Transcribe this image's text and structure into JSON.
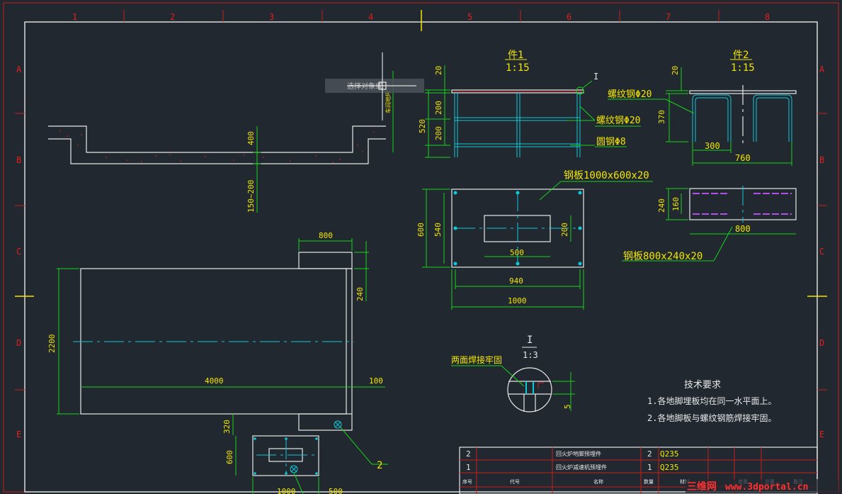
{
  "frame": {
    "col_labels": [
      "1",
      "2",
      "3",
      "4",
      "5",
      "6",
      "7",
      "8"
    ],
    "row_labels": [
      "A",
      "B",
      "C",
      "D",
      "E"
    ]
  },
  "cursor_tooltip": "选择对象或",
  "part1": {
    "title": "件1",
    "scale": "1:15",
    "detail_mark": "I",
    "dims": {
      "d20": "20",
      "d200a": "200",
      "d200b": "200",
      "d520": "520"
    },
    "callouts": [
      "螺纹钢Φ20",
      "圆钢Φ8"
    ]
  },
  "part2": {
    "title": "件2",
    "scale": "1:15",
    "callout": "螺纹钢Φ20",
    "dims": {
      "d20": "20",
      "d370": "370",
      "d300": "300",
      "d760": "760"
    }
  },
  "plate1": {
    "callout": "钢板1000x600x20",
    "dims": {
      "d600": "600",
      "d540": "540",
      "d200": "200",
      "d500": "500",
      "d940": "940",
      "d1000": "1000"
    }
  },
  "plate2": {
    "callout": "钢板800x240x20",
    "dims": {
      "d240": "240",
      "d160": "160",
      "d800": "800"
    }
  },
  "section": {
    "label": "车间地坪",
    "dims": {
      "d400": "400",
      "d150_200": "150~200"
    }
  },
  "plan": {
    "dims": {
      "d800": "800",
      "d240": "240",
      "d2200": "2200",
      "d4000": "4000",
      "d100": "100",
      "d320": "320",
      "d600": "600",
      "d1000": "1000",
      "d500": "500"
    },
    "balloon": "2"
  },
  "detail": {
    "mark": "I",
    "scale": "1:3",
    "weld_note": "两面焊接牢固",
    "dim5": "5"
  },
  "tech": {
    "title": "技术要求",
    "items": [
      "1.各地脚埋板均在同一水平面上。",
      "2.各地脚板与螺纹钢筋焊接牢固。"
    ]
  },
  "bom": {
    "rows": [
      {
        "no": "2",
        "name": "回火炉地脚预埋件",
        "qty": "2",
        "material": "Q235"
      },
      {
        "no": "1",
        "name": "回火炉减速机预埋件",
        "qty": "1",
        "material": "Q235"
      }
    ],
    "headers": [
      "序号",
      "代号",
      "名称",
      "数量",
      "材料",
      "单重",
      "总重",
      "备注"
    ]
  },
  "watermark": {
    "brand": "三维网",
    "url": "www.3dportal.cn"
  }
}
